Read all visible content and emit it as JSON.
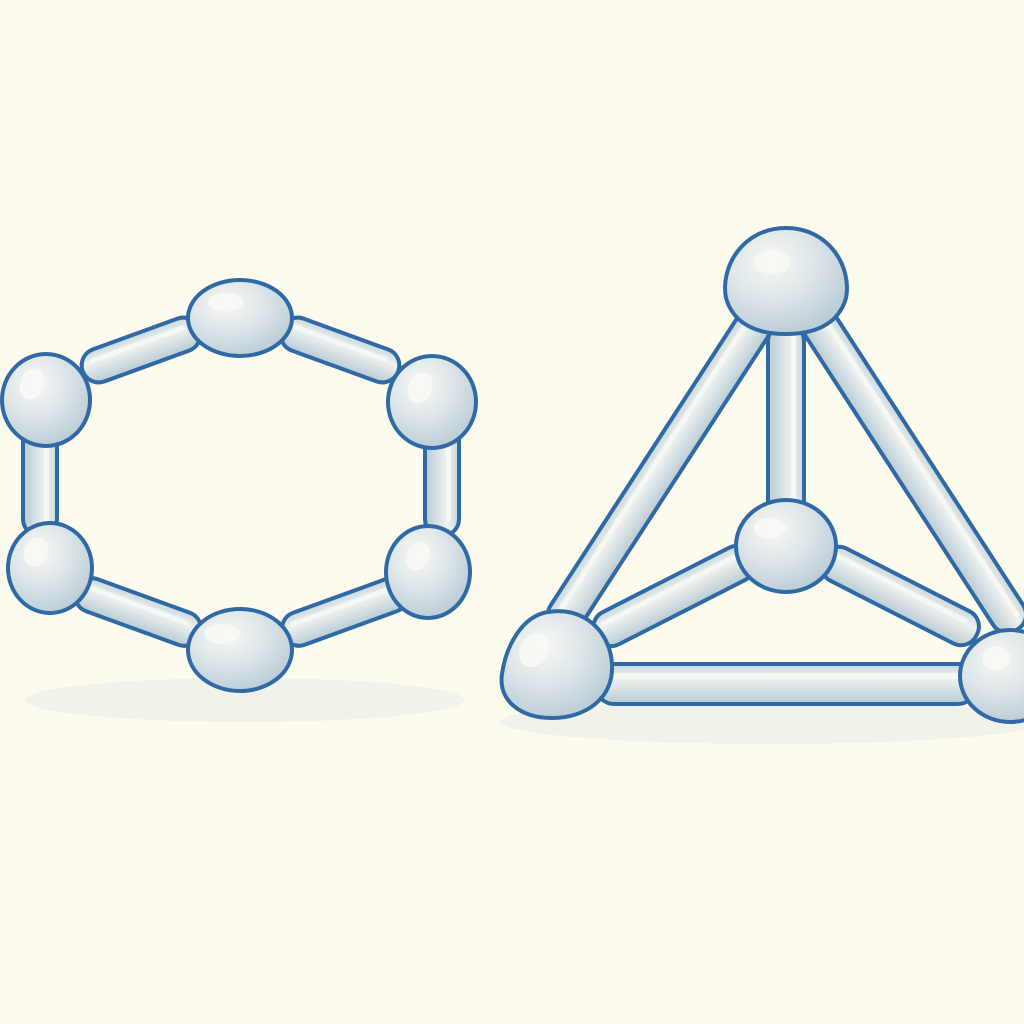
{
  "scene": {
    "background_color": "#fcfbee",
    "outline_color": "#2f6aa6",
    "rod_fill_color": "#dde6ea",
    "ball_fill_color": "#d8e2e6",
    "highlight_color": "#f4f6f1",
    "shadow_color": "#e8eaea"
  },
  "models": [
    {
      "name": "hexagonal-ring-model",
      "shape": "hexagon",
      "atom_count": 6,
      "bond_count": 6
    },
    {
      "name": "tetrahedral-model",
      "shape": "tetrahedron",
      "atom_count": 4,
      "bond_count": 6
    }
  ]
}
